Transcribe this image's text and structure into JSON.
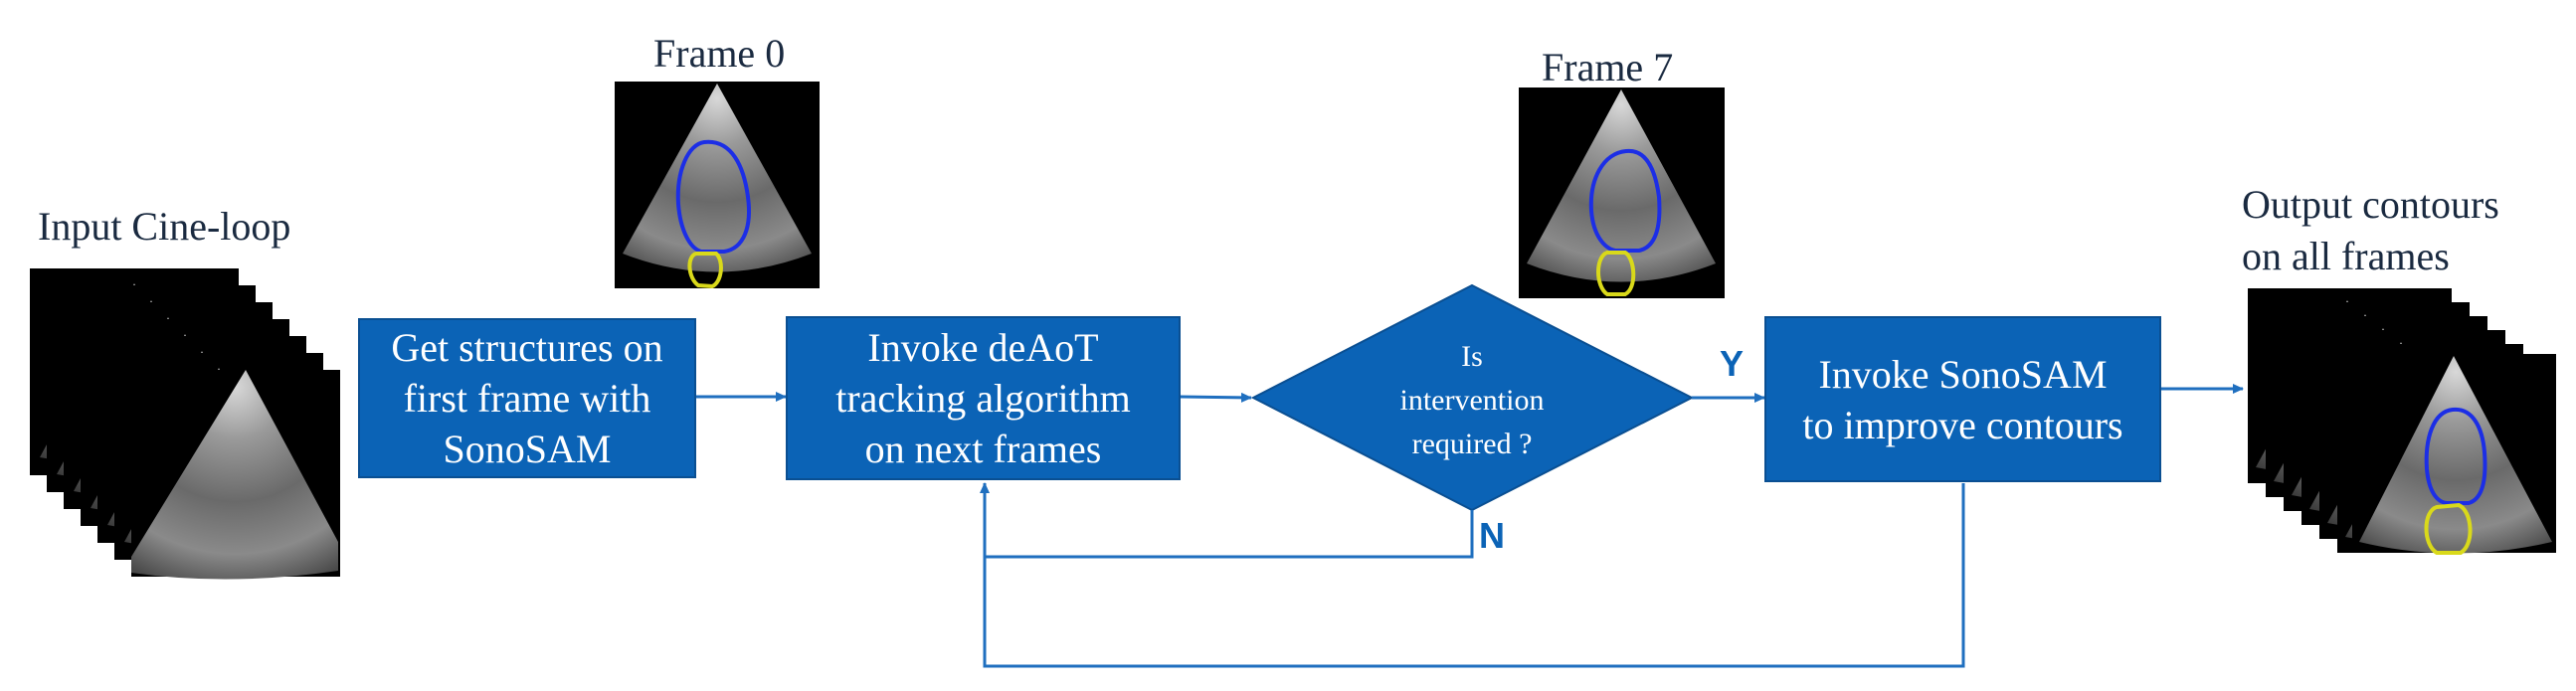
{
  "labels": {
    "input": "Input Cine-loop",
    "frame0": "Frame 0",
    "frame7": "Frame 7",
    "output_line1": "Output contours",
    "output_line2": "on all frames"
  },
  "steps": {
    "get_structures": [
      "Get structures on",
      "first frame with",
      "SonoSAM"
    ],
    "invoke_deaot": [
      "Invoke deAoT",
      "tracking algorithm",
      "on next frames"
    ],
    "decision": [
      "Is",
      "intervention",
      "required ?"
    ],
    "invoke_sonosam": [
      "Invoke SonoSAM",
      "to improve contours"
    ]
  },
  "branches": {
    "yes": "Y",
    "no": "N"
  },
  "colors": {
    "box_fill": "#0b63b6",
    "box_border": "#0a4f92",
    "arrow": "#1f6fbf",
    "lv_contour": "#1c2ee6",
    "la_contour": "#d9d91a"
  }
}
